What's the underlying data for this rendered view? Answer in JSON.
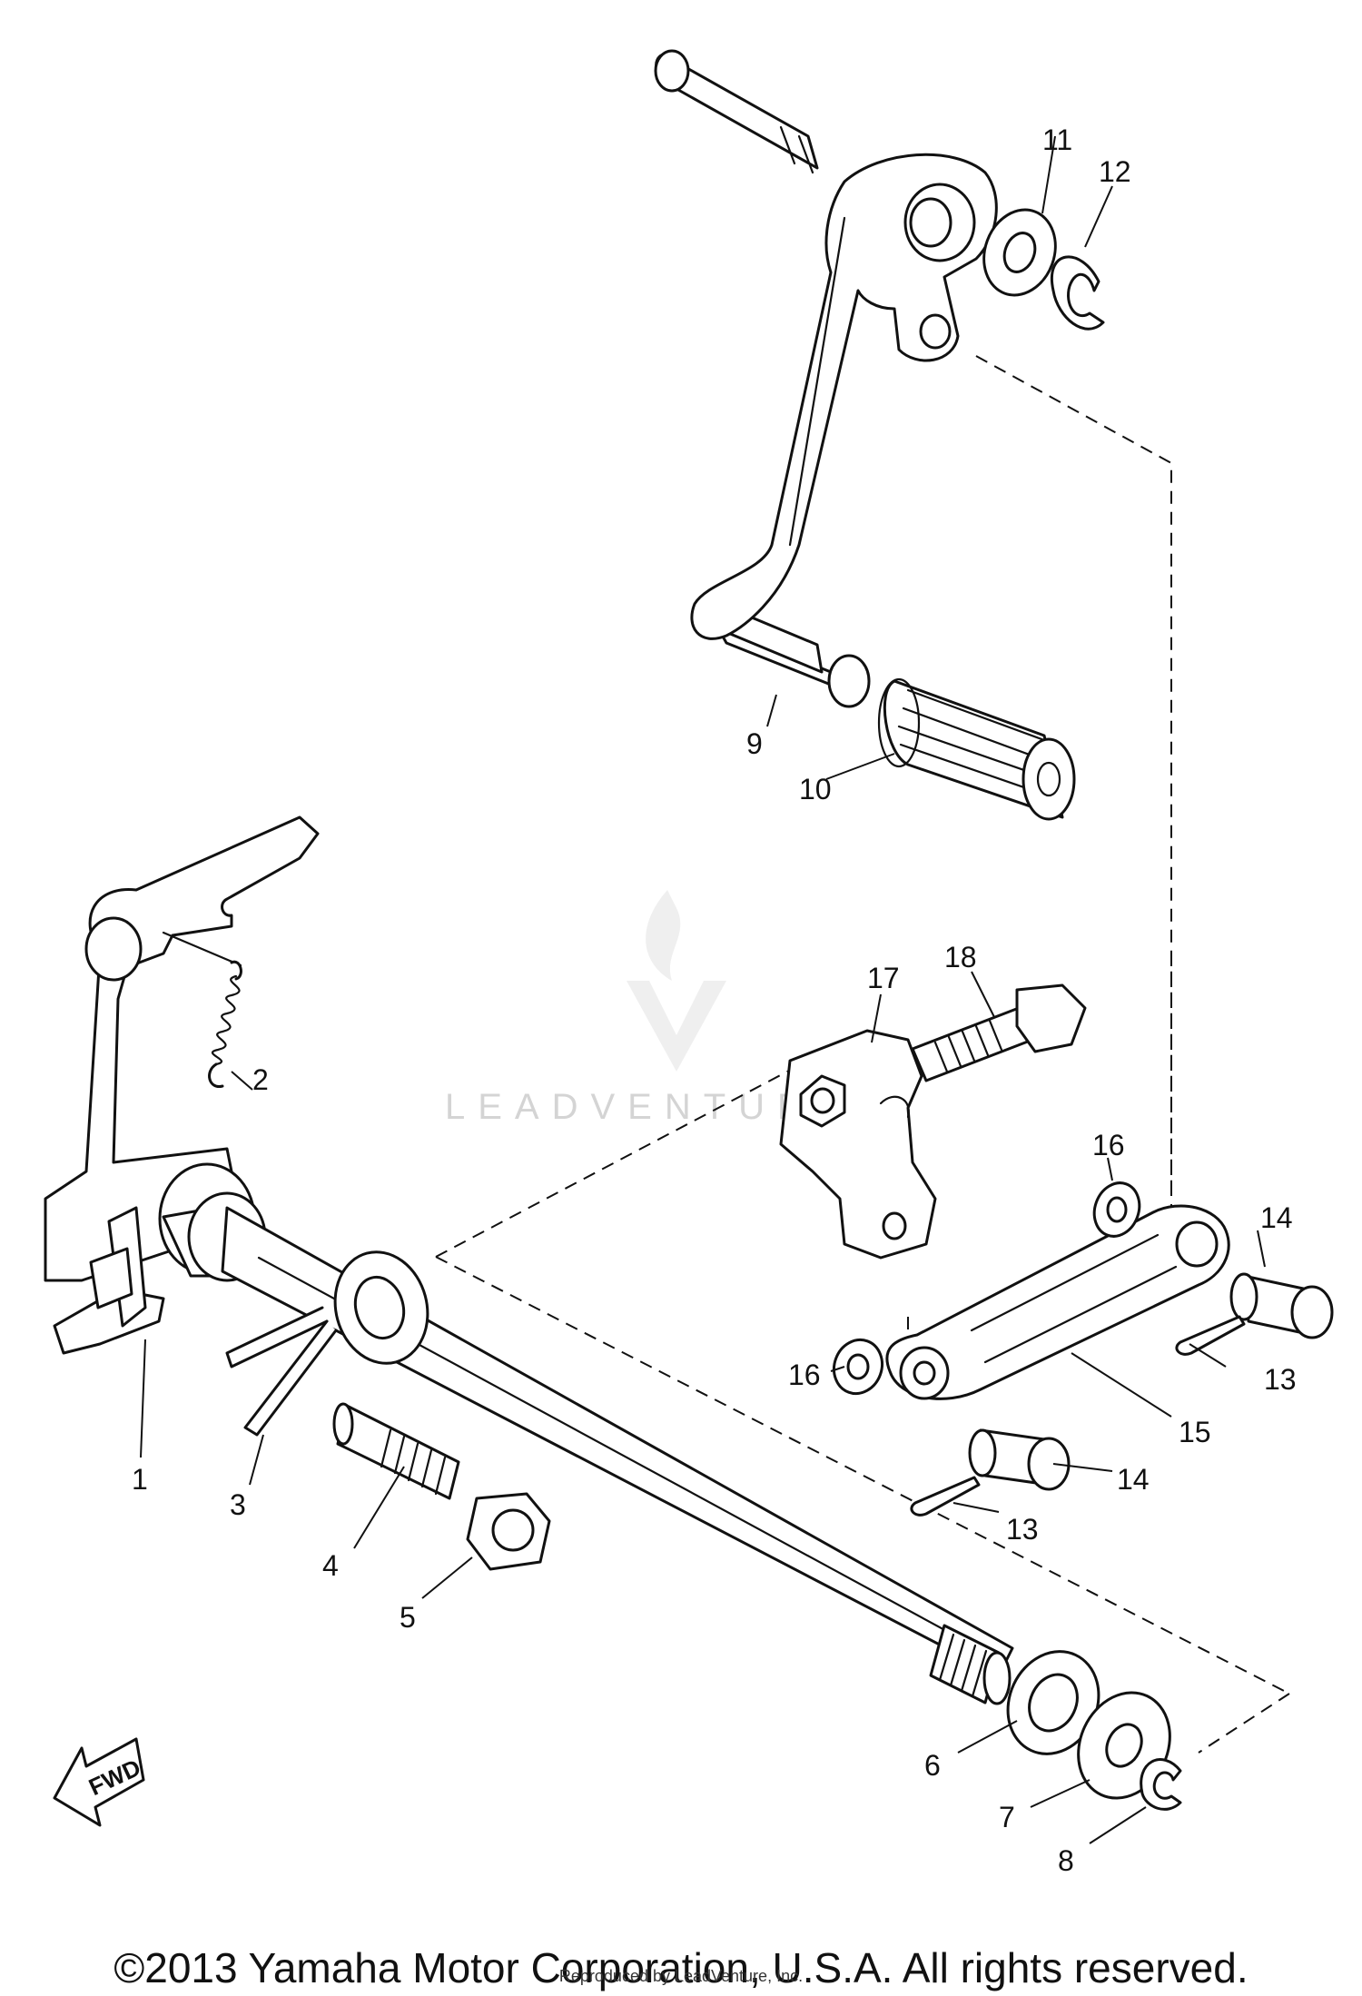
{
  "callouts": [
    {
      "id": "c1",
      "text": "1"
    },
    {
      "id": "c2",
      "text": "2"
    },
    {
      "id": "c3",
      "text": "3"
    },
    {
      "id": "c4",
      "text": "4"
    },
    {
      "id": "c5",
      "text": "5"
    },
    {
      "id": "c6",
      "text": "6"
    },
    {
      "id": "c7",
      "text": "7"
    },
    {
      "id": "c8",
      "text": "8"
    },
    {
      "id": "c9",
      "text": "9"
    },
    {
      "id": "c10",
      "text": "10"
    },
    {
      "id": "c11",
      "text": "11"
    },
    {
      "id": "c12",
      "text": "12"
    },
    {
      "id": "c13a",
      "text": "13"
    },
    {
      "id": "c13b",
      "text": "13"
    },
    {
      "id": "c14a",
      "text": "14"
    },
    {
      "id": "c14b",
      "text": "14"
    },
    {
      "id": "c15",
      "text": "15"
    },
    {
      "id": "c16a",
      "text": "16"
    },
    {
      "id": "c16b",
      "text": "16"
    },
    {
      "id": "c17",
      "text": "17"
    },
    {
      "id": "c18",
      "text": "18"
    }
  ],
  "watermark": "LEADVENTURE",
  "fwd_label": "FWD",
  "copyright": "©2013 Yamaha Motor Corporation, U.S.A. All rights reserved.",
  "reproduced": "Reproduced by LeadVenture, Inc."
}
